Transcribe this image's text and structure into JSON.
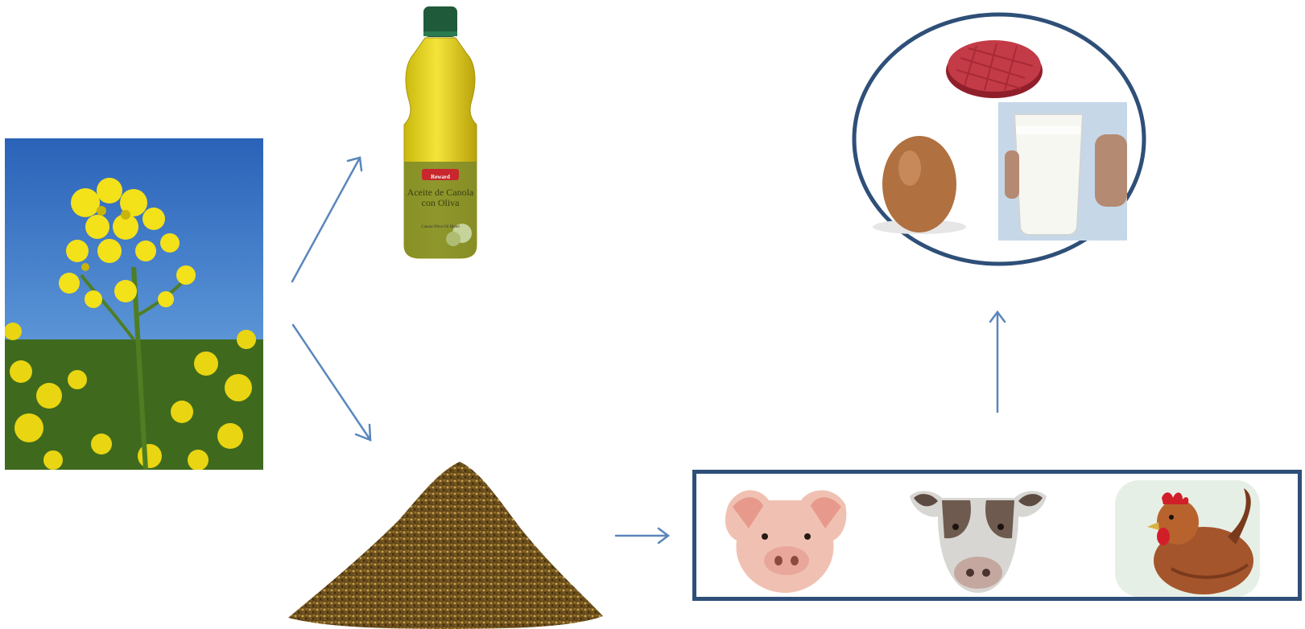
{
  "diagram": {
    "nodes": [
      {
        "id": "canola_field",
        "icon": "canola-flower-photo"
      },
      {
        "id": "canola_oil",
        "icon": "oil-bottle-photo"
      },
      {
        "id": "canola_meal",
        "icon": "meal-pile-photo"
      },
      {
        "id": "livestock",
        "icon": "livestock-group"
      },
      {
        "id": "animal_products",
        "icon": "food-products-group"
      }
    ],
    "edges": [
      {
        "from": "canola_field",
        "to": "canola_oil"
      },
      {
        "from": "canola_field",
        "to": "canola_meal"
      },
      {
        "from": "canola_meal",
        "to": "livestock"
      },
      {
        "from": "livestock",
        "to": "animal_products"
      }
    ],
    "livestock_icons": [
      "pig-icon",
      "cow-icon",
      "chicken-icon"
    ],
    "product_icons": [
      "meat-patty-icon",
      "egg-icon",
      "milk-glass-icon"
    ]
  },
  "bottle": {
    "brand": "Reward",
    "name_line1": "Aceite de Canola",
    "name_line2": "con Oliva",
    "sub": "Canola Olive Oil Blend"
  },
  "colors": {
    "arrow": "#5b86bd",
    "frame": "#2e4f78",
    "oil": "#e2cf16",
    "cap": "#1f5a3a",
    "flower": "#f1df17",
    "sky": "#2f6ec4"
  }
}
